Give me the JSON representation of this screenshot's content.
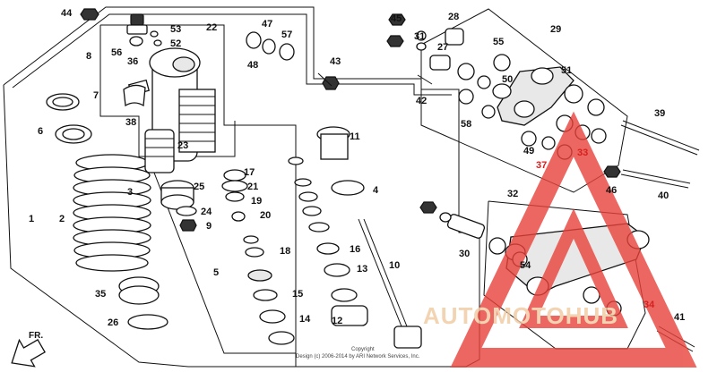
{
  "diagram": {
    "callouts": [
      "1",
      "2",
      "3",
      "4",
      "5",
      "6",
      "7",
      "8",
      "9",
      "10",
      "11",
      "12",
      "13",
      "14",
      "15",
      "16",
      "17",
      "18",
      "19",
      "20",
      "21",
      "22",
      "23",
      "24",
      "25",
      "26",
      "27",
      "28",
      "29",
      "30",
      "31",
      "32",
      "33",
      "34",
      "35",
      "36",
      "37",
      "38",
      "39",
      "40",
      "41",
      "42",
      "43",
      "44",
      "45",
      "46",
      "47",
      "48",
      "49",
      "50",
      "51",
      "52",
      "53",
      "54",
      "55",
      "56",
      "57",
      "58"
    ],
    "direction_label": "FR.",
    "copyright_line1": "Copyright",
    "copyright_line2": "Design (c) 2006-2014 by ARI Network Services, Inc.",
    "watermark": "AUTOMOTOHUB",
    "colors": {
      "ink": "#111111",
      "watermark_red": "#e8423a",
      "watermark_orange": "#f0c9a0",
      "callout_red": "#d62020"
    }
  }
}
